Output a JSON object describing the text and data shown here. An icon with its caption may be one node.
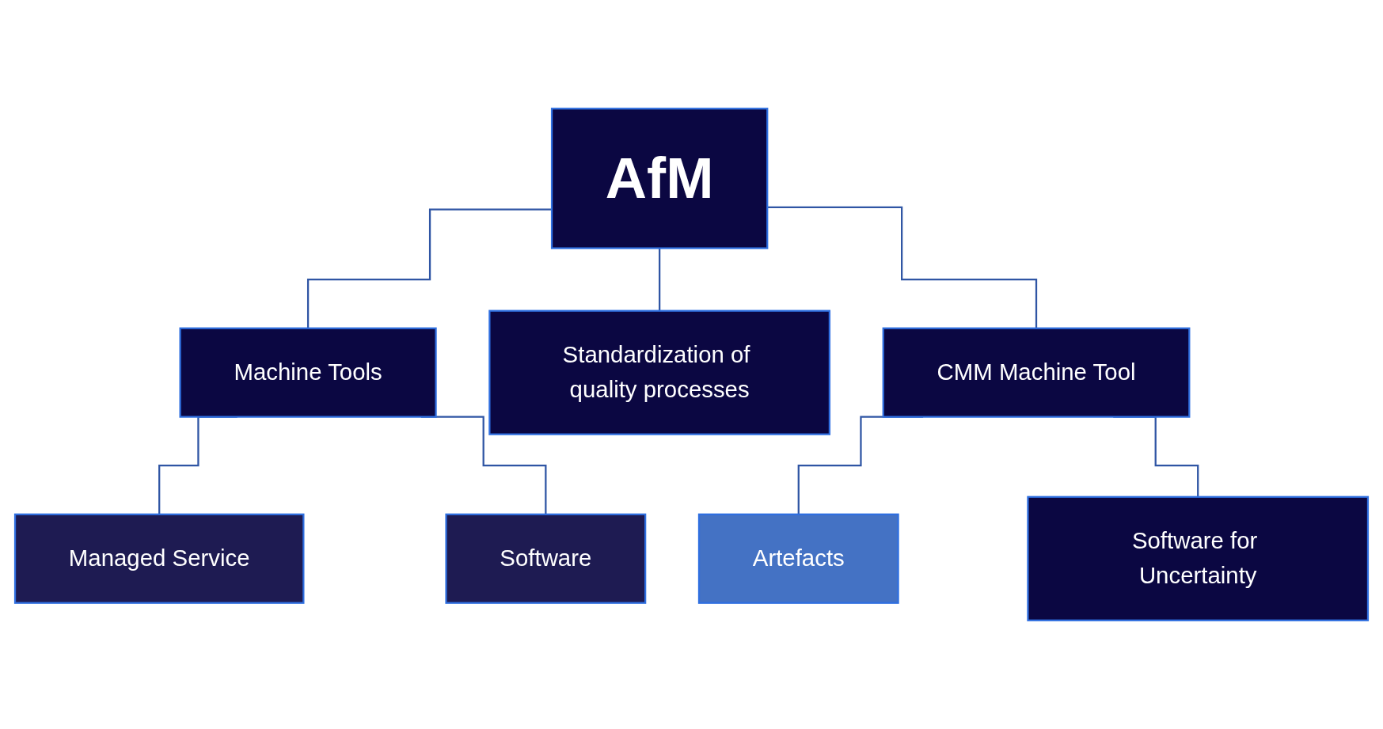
{
  "diagram": {
    "nodes": [
      {
        "text": [
          "AfM"
        ]
      },
      {
        "text": [
          "Machine Tools"
        ]
      },
      {
        "text": [
          "Standardization of quality processes"
        ]
      },
      {
        "text": [
          "CMM Machine Tool"
        ]
      },
      {
        "text": [
          "Managed Service"
        ]
      },
      {
        "text": [
          "Software"
        ]
      },
      {
        "text": [
          "Artefacts"
        ]
      },
      {
        "text": [
          "Software for Uncertainty"
        ]
      }
    ],
    "edges": [
      {
        "from": 0,
        "to": 1,
        "arrow": "none"
      },
      {
        "from": 0,
        "to": 2,
        "arrow": "none"
      },
      {
        "from": 0,
        "to": 3,
        "arrow": "none"
      },
      {
        "from": 1,
        "to": 4,
        "arrow": "none"
      },
      {
        "from": 1,
        "to": 5,
        "arrow": "none"
      },
      {
        "from": 3,
        "to": 6,
        "arrow": "none"
      },
      {
        "from": 3,
        "to": 7,
        "arrow": "none"
      }
    ]
  }
}
